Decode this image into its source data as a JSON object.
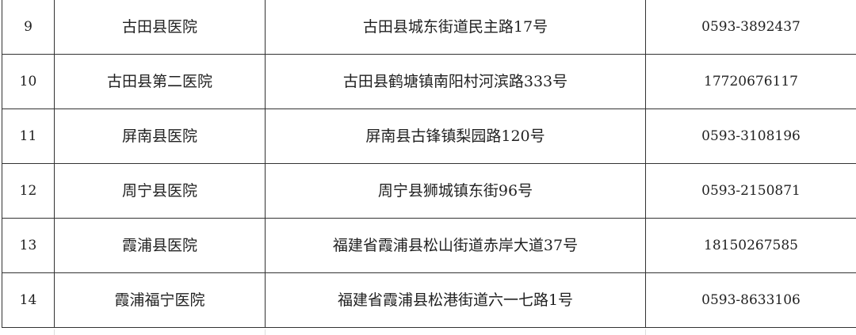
{
  "rows": [
    {
      "num": "9",
      "name": "古田县医院",
      "address": "古田县城东街道民主路17号",
      "phone": "0593-3892437"
    },
    {
      "num": "10",
      "name": "古田县第二医院",
      "address": "古田县鹤塘镇南阳村河滨路333号",
      "phone": "17720676117"
    },
    {
      "num": "11",
      "name": "屏南县医院",
      "address": "屏南县古锋镇梨园路120号",
      "phone": "0593-3108196"
    },
    {
      "num": "12",
      "name": "周宁县医院",
      "address": "周宁县狮城镇东街96号",
      "phone": "0593-2150871"
    },
    {
      "num": "13",
      "name": "霞浦县医院",
      "address": "福建省霞浦县松山街道赤岸大道37号",
      "phone": "18150267585"
    },
    {
      "num": "14",
      "name": "霞浦福宁医院",
      "address": "福建省霞浦县松港街道六一七路1号",
      "phone": "0593-8633106"
    }
  ]
}
